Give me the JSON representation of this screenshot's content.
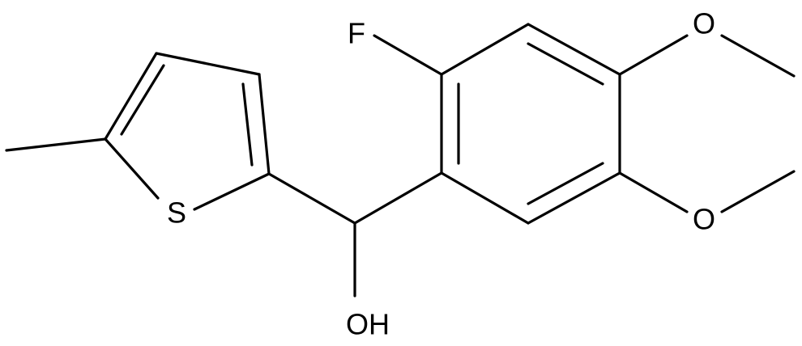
{
  "diagram": {
    "type": "chemical-structure",
    "atom_labels": {
      "fluorine": "F",
      "sulfur": "S",
      "hydroxyl": "OH",
      "methoxy_oxygen_top": "O",
      "methoxy_oxygen_bottom": "O"
    },
    "colors": {
      "bond": "#000000",
      "label": "#000000",
      "background": "#ffffff"
    }
  }
}
